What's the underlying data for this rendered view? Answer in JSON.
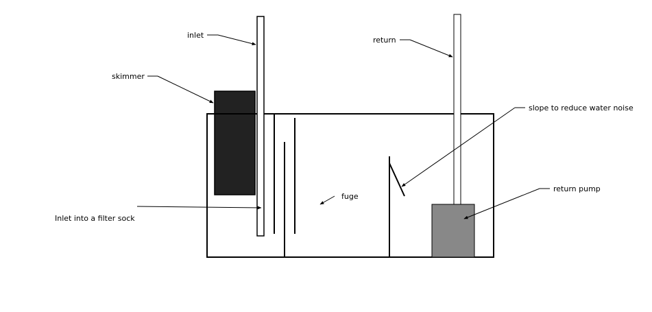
{
  "labels": {
    "inlet": "inlet",
    "skimmer": "skimmer",
    "return": "return",
    "slope": "slope to reduce water noise",
    "fuge": "fuge",
    "return_pump": "return pump",
    "filter_sock": "Inlet into a filter sock"
  },
  "colors": {
    "stroke": "#000000",
    "skimmer_fill": "#222222",
    "pump_fill": "#888888",
    "background": "#ffffff"
  }
}
